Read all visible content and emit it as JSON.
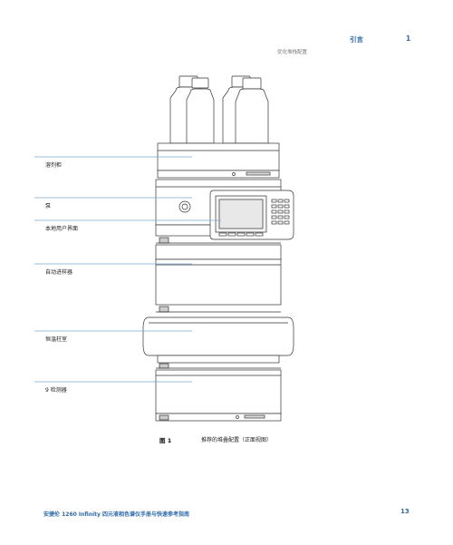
{
  "header": {
    "chapter": "引言",
    "chapter_number": "1",
    "section": "优化堆栈配置"
  },
  "figure": {
    "callouts": [
      "溶剂柜",
      "泵",
      "本地用户界面",
      "自动进样器",
      "恒温柱室",
      "9 检测器"
    ],
    "caption_label": "图 1",
    "caption_text": "推荐的堆叠配置（正面视图）"
  },
  "footer": {
    "document_title": "安捷伦 1260 Infinity 四元液相色谱仪手册与快速参考指南",
    "page_number": "13"
  },
  "colors": {
    "accent": "#2f6aa8",
    "callout_line": "#7fa9cf",
    "outline": "#333333"
  }
}
